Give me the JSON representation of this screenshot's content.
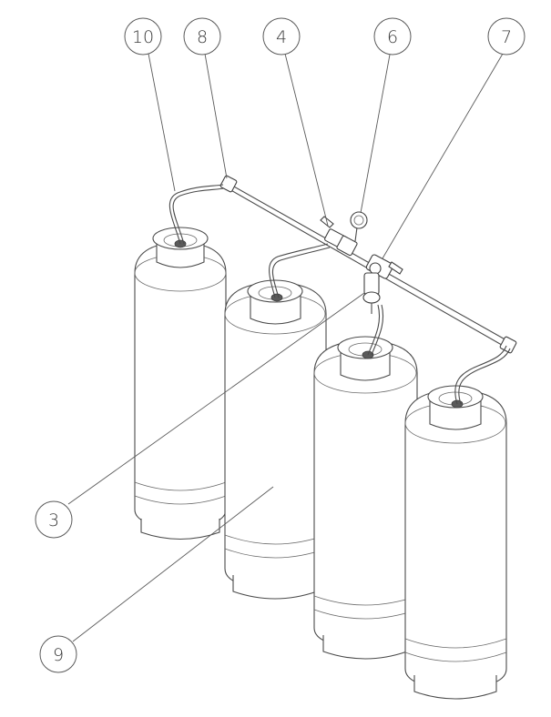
{
  "callouts": [
    {
      "id": "c10",
      "label": "10"
    },
    {
      "id": "c8",
      "label": "8"
    },
    {
      "id": "c4",
      "label": "4"
    },
    {
      "id": "c6",
      "label": "6"
    },
    {
      "id": "c7",
      "label": "7"
    },
    {
      "id": "c3",
      "label": "3"
    },
    {
      "id": "c9",
      "label": "9"
    }
  ],
  "colors": {
    "line": "#4a4a4a",
    "background": "#ffffff"
  }
}
